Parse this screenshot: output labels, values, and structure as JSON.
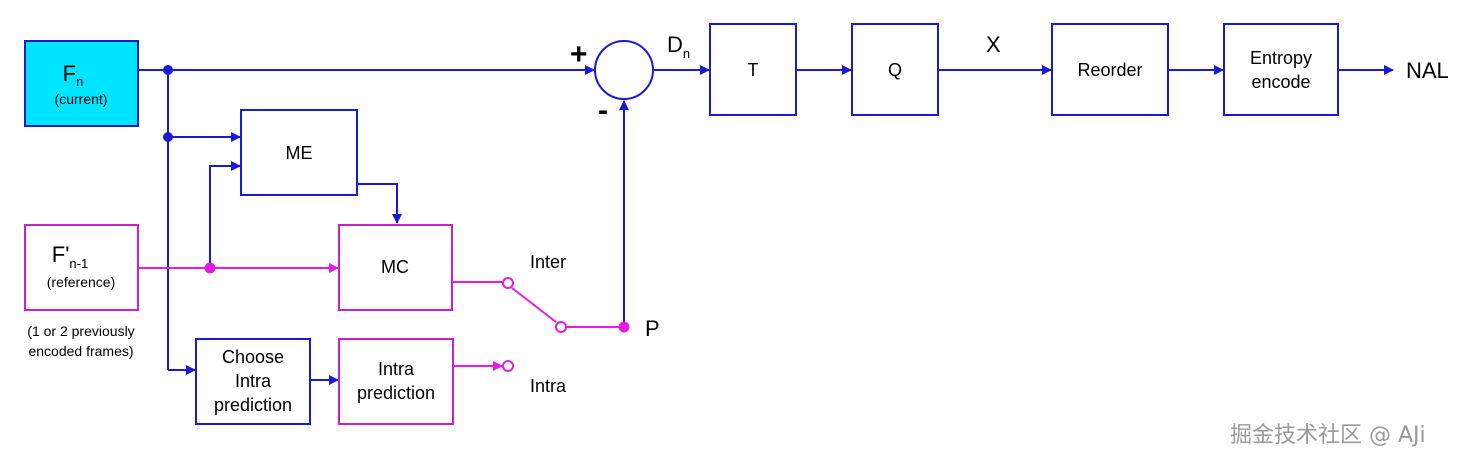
{
  "colors": {
    "blue": "#1a1ad2",
    "magenta": "#e31ce3",
    "cyan": "#00e5ff",
    "box_border_blue": "#1a1ad2",
    "box_border_magenta": "#cc1fcc"
  },
  "inputs": {
    "current": {
      "name": "F",
      "sub": "n",
      "caption": "(current)"
    },
    "reference": {
      "name": "F'",
      "sub": "n-1",
      "caption": "(reference)",
      "note_line1": "(1 or 2 previously",
      "note_line2": "encoded frames)"
    }
  },
  "blocks": {
    "me": "ME",
    "mc": "MC",
    "choose_intra": [
      "Choose",
      "Intra",
      "prediction"
    ],
    "intra_pred": [
      "Intra",
      "prediction"
    ],
    "t": "T",
    "q": "Q",
    "reorder": "Reorder",
    "entropy": [
      "Entropy",
      "encode"
    ]
  },
  "labels": {
    "plus": "+",
    "minus": "-",
    "d": "D",
    "d_sub": "n",
    "x": "X",
    "nal": "NAL",
    "inter": "Inter",
    "intra": "Intra",
    "p": "P"
  },
  "watermark": "掘金技术社区 @ AJi"
}
